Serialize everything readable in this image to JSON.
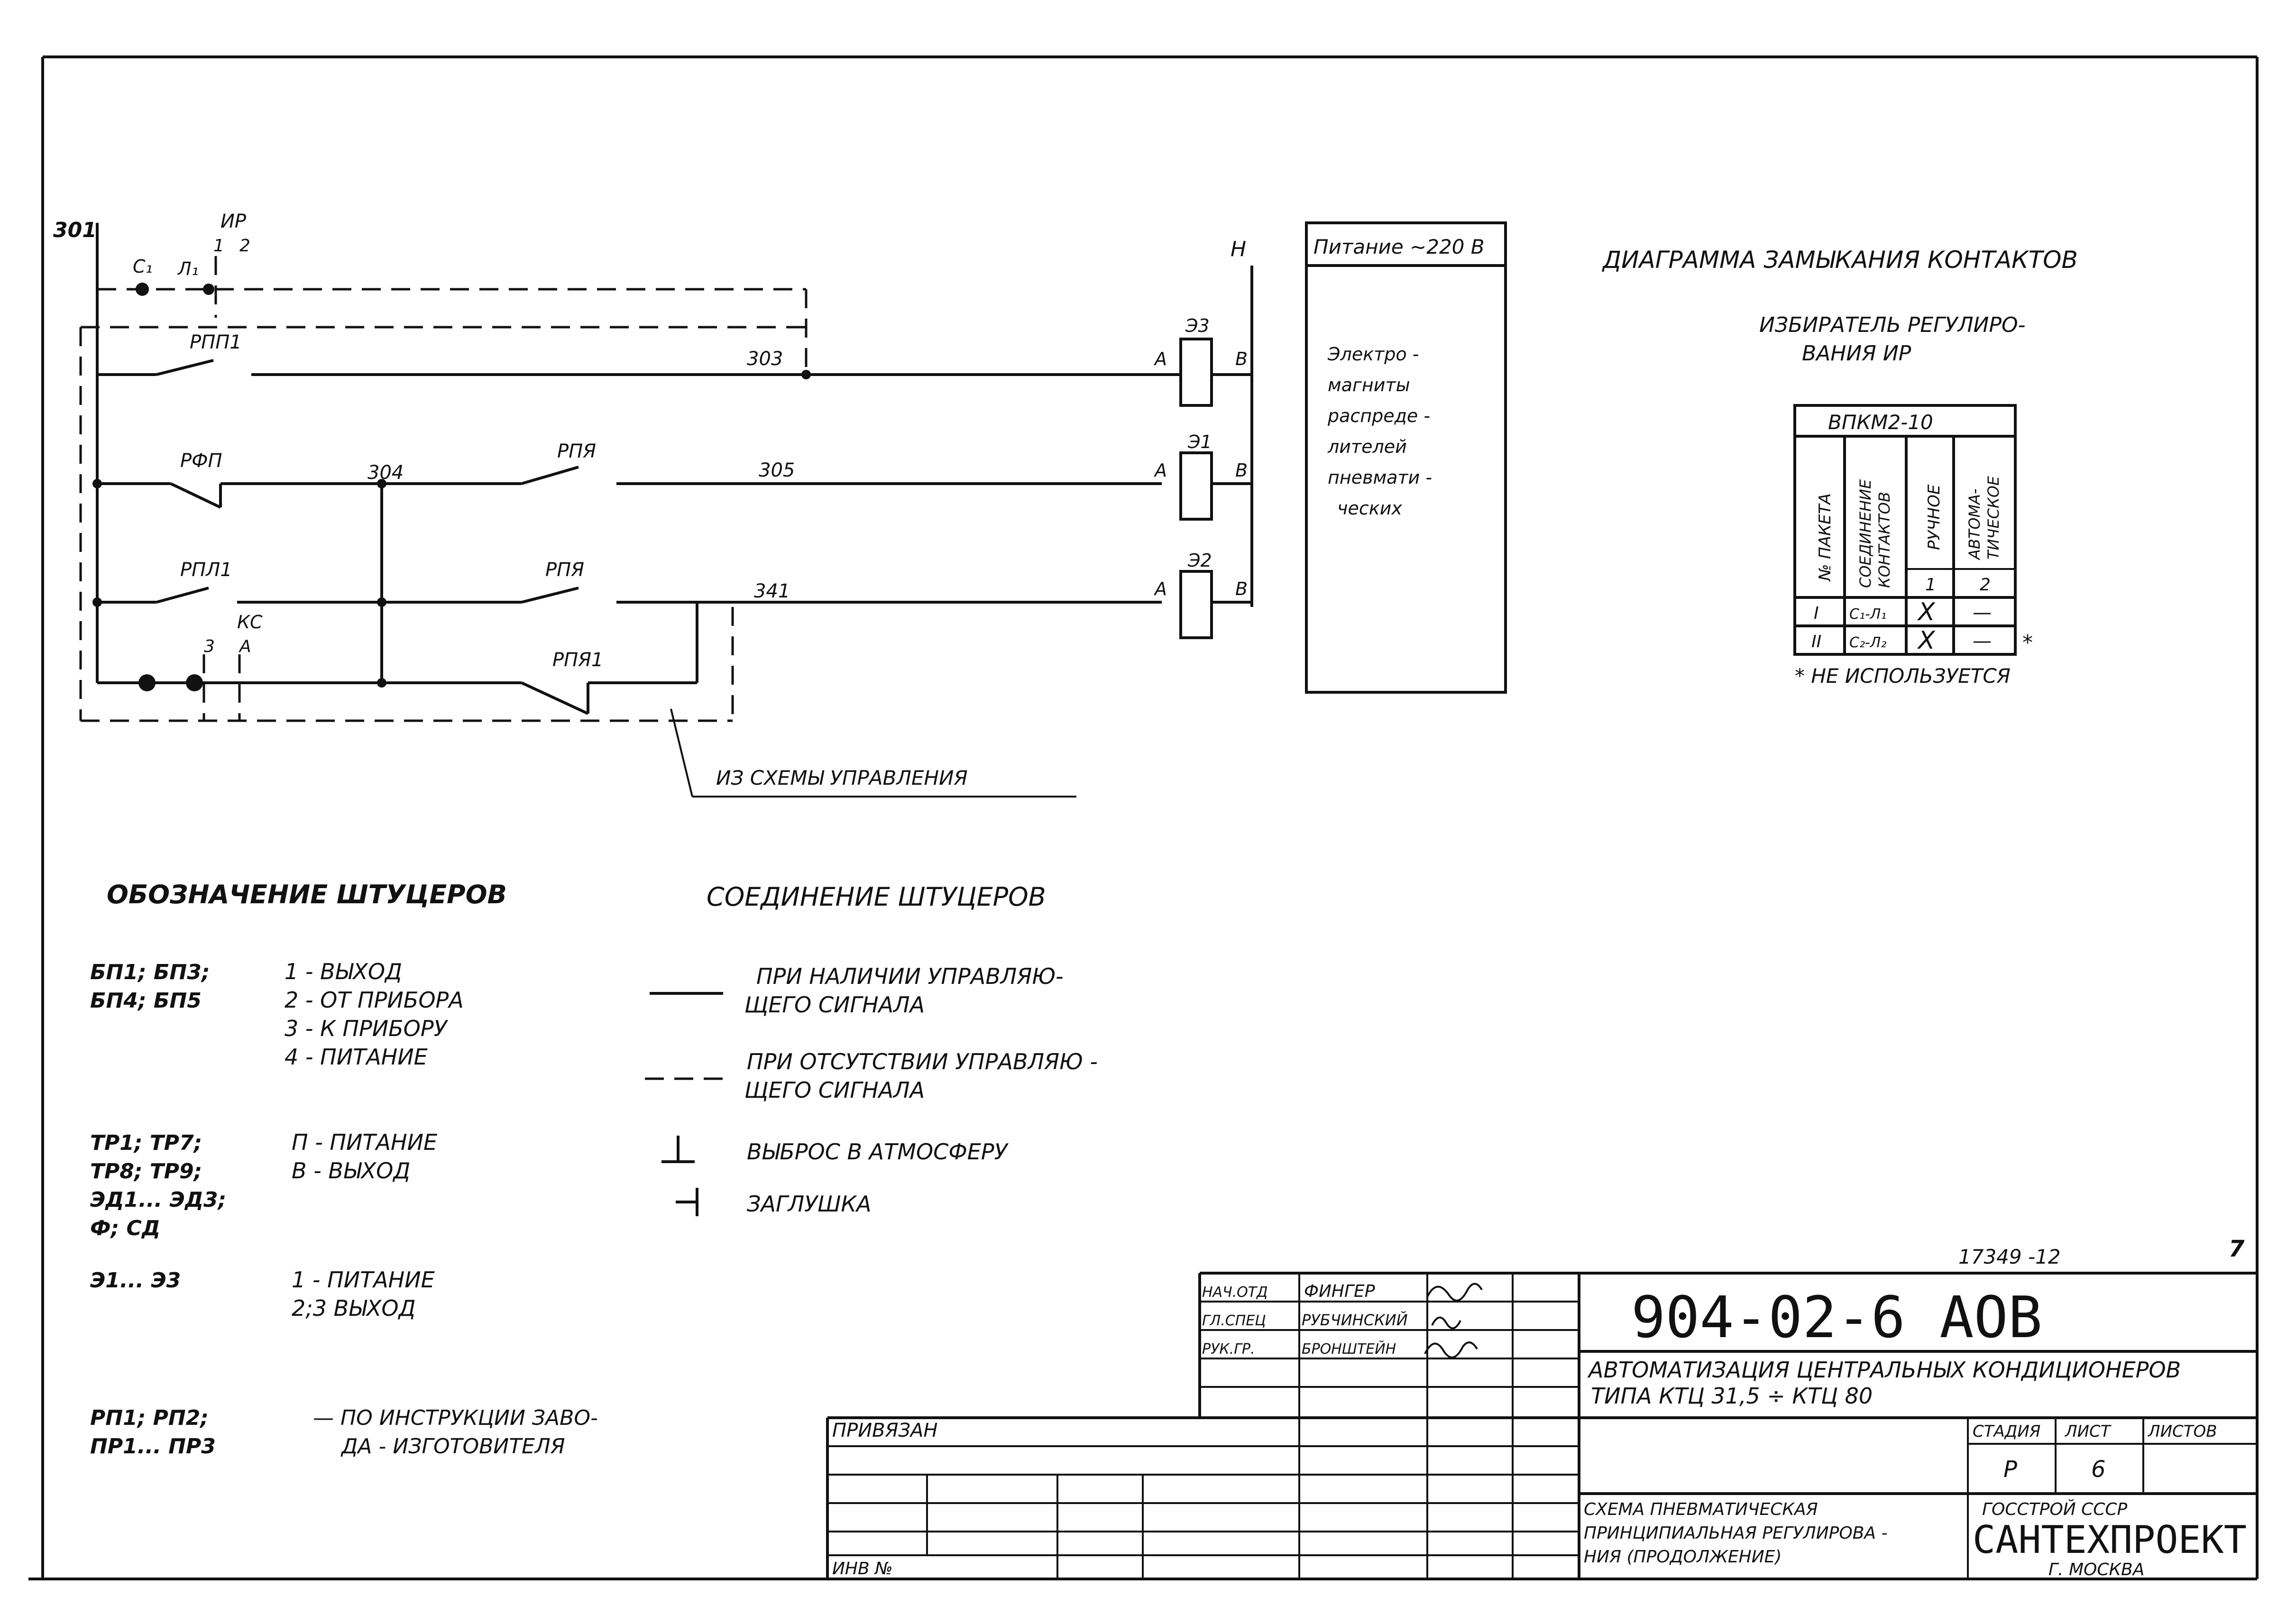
{
  "wiring": {
    "wire_301": "301",
    "c1": "C₁",
    "l1": "Л₁",
    "ir": "ИР",
    "ir_pos1": "1",
    "ir_pos2": "2",
    "rpp1_top": "РПП1",
    "rfp": "РФП",
    "rpya_mid": "РПЯ",
    "rpp1_low": "РПЛ1",
    "rpya_low": "РПЯ",
    "rpya1": "РПЯ1",
    "ks": "КС",
    "ks_z": "3",
    "ks_a": "А",
    "w304": "304",
    "w303": "303",
    "w305": "305",
    "w341": "341",
    "n_bus": "Н",
    "coil_e3": "Э3",
    "coil_e1": "Э1",
    "coil_e2": "Э2",
    "term_a": "А",
    "term_v": "В",
    "from_control": "ИЗ СХЕМЫ УПРАВЛЕНИЯ"
  },
  "power_box": {
    "header": "Питание ~220 В",
    "lines": [
      "Электро -",
      "магниты",
      "распреде -",
      "лителей",
      "пневмати -",
      "ческих"
    ]
  },
  "contact_diagram": {
    "title": "ДИАГРАММА ЗАМЫКАНИЯ КОНТАКТОВ",
    "subtitle_1": "ИЗБИРАТЕЛЬ РЕГУЛИРО-",
    "subtitle_2": "ВАНИЯ ИР",
    "table_header": "ВПКМ2-10",
    "col_packet": "№ ПАКЕТА",
    "col_conn_1": "СОЕДИНЕНИЕ",
    "col_conn_2": "КОНТАКТОВ",
    "col_manual": "РУЧНОЕ",
    "col_auto_1": "АВТОМА-",
    "col_auto_2": "ТИЧЕСКОЕ",
    "pos_1": "1",
    "pos_2": "2",
    "rows": [
      {
        "packet": "I",
        "conn": "С₁-Л₁",
        "manual": "X",
        "auto": "—",
        "mark": ""
      },
      {
        "packet": "II",
        "conn": "С₂-Л₂",
        "manual": "X",
        "auto": "—",
        "mark": "*"
      }
    ],
    "note": "* НЕ ИСПОЛЬЗУЕТСЯ"
  },
  "fittings": {
    "title": "ОБОЗНАЧЕНИЕ ШТУЦЕРОВ",
    "groups": [
      {
        "codes": [
          "БП1; БП3;",
          "БП4; БП5"
        ],
        "desc": [
          "1 - ВЫХОД",
          "2 - ОТ ПРИБОРА",
          "3 - К ПРИБОРУ",
          "4 - ПИТАНИЕ"
        ]
      },
      {
        "codes": [
          "ТР1; ТР7;",
          "ТР8; ТР9;",
          "ЭД1... ЭД3;",
          "Ф; СД"
        ],
        "desc": [
          "П - ПИТАНИЕ",
          "В - ВЫХОД"
        ]
      },
      {
        "codes": [
          "Э1... Э3"
        ],
        "desc": [
          "1 - ПИТАНИЕ",
          "2;3 ВЫХОД"
        ]
      },
      {
        "codes": [
          "РП1; РП2;",
          "ПР1... ПР3"
        ],
        "desc": [
          "— ПО ИНСТРУКЦИИ ЗАВО-",
          "ДА - ИЗГОТОВИТЕЛЯ"
        ]
      }
    ]
  },
  "connections": {
    "title": "СОЕДИНЕНИЕ ШТУЦЕРОВ",
    "solid_1": "ПРИ НАЛИЧИИ УПРАВЛЯЮ-",
    "solid_2": "ЩЕГО СИГНАЛА",
    "dashed_1": "ПРИ ОТСУТСТВИИ УПРАВЛЯЮ -",
    "dashed_2": "ЩЕГО СИГНАЛА",
    "vent": "ВЫБРОС В АТМОСФЕРУ",
    "plug": "ЗАГЛУШКА"
  },
  "title_block": {
    "doc_ref": "17349 -12",
    "page_num": "7",
    "code": "904-02-6 АОВ",
    "signatures": [
      {
        "role": "НАЧ.ОТД",
        "name": "ФИНГЕР"
      },
      {
        "role": "ГЛ.СПЕЦ",
        "name": "РУБЧИНСКИЙ"
      },
      {
        "role": "РУК.ГР.",
        "name": "БРОНШТЕЙН"
      }
    ],
    "project_1": "АВТОМАТИЗАЦИЯ ЦЕНТРАЛЬНЫХ КОНДИЦИОНЕРОВ",
    "project_2": "ТИПА КТЦ 31,5 ÷ КТЦ 80",
    "linked": "ПРИВЯЗАН",
    "inv": "ИНВ №",
    "stage_label": "СТАДИЯ",
    "sheet_label": "ЛИСТ",
    "sheets_label": "ЛИСТОВ",
    "stage": "Р",
    "sheet": "6",
    "sheets": "",
    "drawing_1": "СХЕМА ПНЕВМАТИЧЕСКАЯ",
    "drawing_2": "ПРИНЦИПИАЛЬНАЯ РЕГУЛИРОВА -",
    "drawing_3": "НИЯ    (ПРОДОЛЖЕНИЕ)",
    "org_1": "ГОССТРОЙ    СССР",
    "org_2": "САНТЕХПРОЕКТ",
    "org_3": "Г. МОСКВА"
  }
}
